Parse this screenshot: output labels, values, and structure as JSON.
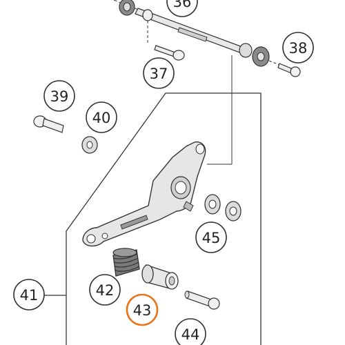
{
  "diagram": {
    "callouts": [
      {
        "id": "36",
        "label": "36",
        "highlighted": false
      },
      {
        "id": "37",
        "label": "37",
        "highlighted": false
      },
      {
        "id": "38",
        "label": "38",
        "highlighted": false
      },
      {
        "id": "39",
        "label": "39",
        "highlighted": false
      },
      {
        "id": "40",
        "label": "40",
        "highlighted": false
      },
      {
        "id": "41",
        "label": "41",
        "highlighted": false
      },
      {
        "id": "42",
        "label": "42",
        "highlighted": false
      },
      {
        "id": "43",
        "label": "43",
        "highlighted": true
      },
      {
        "id": "44",
        "label": "44",
        "highlighted": false
      },
      {
        "id": "45",
        "label": "45",
        "highlighted": false
      }
    ],
    "colors": {
      "line": "#333333",
      "part_fill": "#e6e6e6",
      "part_dark": "#7a7a7a",
      "highlight": "#e8731a",
      "background": "#ffffff"
    }
  }
}
